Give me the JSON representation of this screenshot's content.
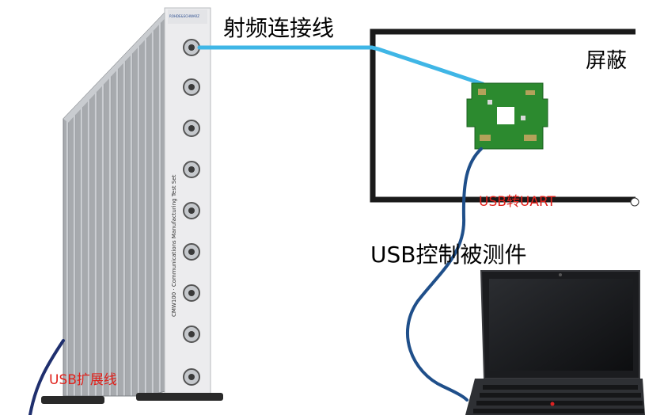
{
  "labels": {
    "rf_cable": "射频连接线",
    "shield": "屏蔽",
    "usb_uart": "USB转UART",
    "usb_control": "USB控制被测件",
    "usb_cable": "USB扩展线"
  },
  "device": {
    "brand": "ROHDE&SCHWARZ",
    "model": "CMW100 · Communications Manufacturing Test Set"
  },
  "colors": {
    "rf_cable": "#3fb6e6",
    "usb_cable": "#1f4f8a",
    "uart_text": "#e0201a",
    "shield_frame": "#1a1a1a",
    "pcb": "#2c8a2f"
  }
}
